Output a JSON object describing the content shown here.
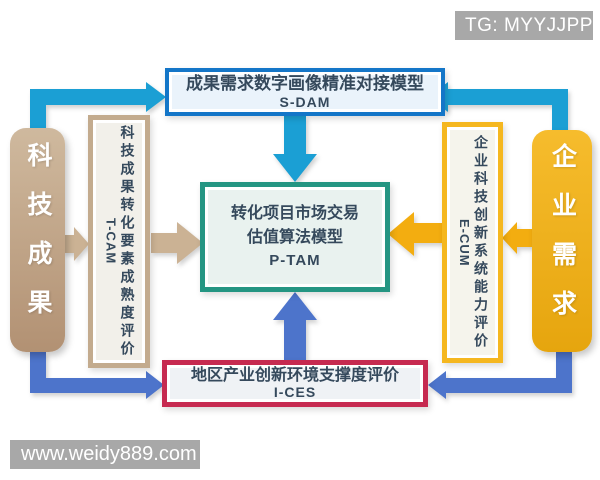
{
  "badge": {
    "text": "TG: MYYJJPP"
  },
  "watermark": {
    "text": "www.weidy889.com"
  },
  "nodes": {
    "tech_achievements": {
      "label": "科技成果"
    },
    "enterprise_demand": {
      "label": "企业需求"
    },
    "s_dam": {
      "title": "成果需求数字画像精准对接模型",
      "code": "S-DAM"
    },
    "p_tam": {
      "line1": "转化项目市场交易",
      "line2": "估值算法模型",
      "code": "P-TAM"
    },
    "t_cam": {
      "title": "科技成果转化要素成熟度评价",
      "code": "T-CAM"
    },
    "e_cum": {
      "title": "企业科技创新系统能力评价",
      "code": "E-CUM"
    },
    "i_ces": {
      "title": "地区产业创新环境支撑度评价",
      "code": "I-CES"
    }
  },
  "colors": {
    "cyan_arrow": "#1b9fd4",
    "royal_blue_arrow": "#4d74cb",
    "tan_arrow": "#cbb294",
    "gold_arrow": "#f3ad10",
    "s_dam_border": "#1476c8",
    "p_tam_border": "#249582",
    "t_cam_border": "#c3ab8e",
    "e_cum_border": "#f5b71f",
    "i_ces_border": "#c62a50",
    "tech_pill": "#b29173",
    "enterprise_pill": "#eeae1c",
    "badge_bg": "#a8a8a8",
    "text": "#35495c"
  }
}
